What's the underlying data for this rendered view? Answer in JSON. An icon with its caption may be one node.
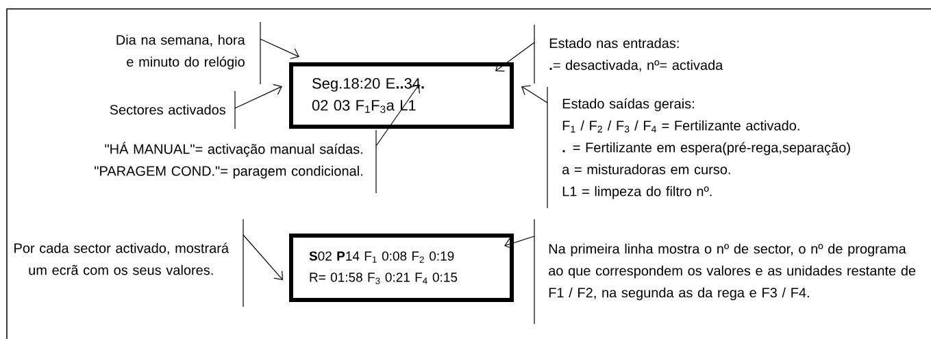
{
  "diagram": {
    "nodes": [
      {
        "text": [
          "Seg.18:20 E**..**34**.**",
          "02 03 F$_{1}$F$_{3}$a L1"
        ]
      },
      {
        "text": [
          "**S**02 **P**14 F$_{1}$ 0:08 F$_{2}$ 0:19",
          "R= 01:58 F$_{3}$ 0:21 F$_{4}$ 0:15"
        ]
      },
      {
        "text": [
          "Dia na semana, hora e minuto do relógio"
        ]
      },
      {
        "text": [
          "Sectores activados"
        ]
      },
      {
        "text": [
          "\"HÁ MANUAL\"= activação manual saídas.",
          "\"PARAGEM COND.\"= paragem condicional."
        ]
      },
      {
        "text": [
          "Estado nas entradas:",
          "**.**= desactivada, nº= activada"
        ]
      },
      {
        "text": [
          "Estado saídas gerais:",
          "F$_{1}$ / F$_{2}$ / F$_{3}$ / F$_{4}$ = Fertilizante activado.",
          "**.** = Fertilizante em espera(pré-rega,separação)",
          "a = misturadoras em curso.",
          "L1 = limpeza do filtro nº."
        ]
      },
      {
        "text": [
          "Por cada sector activado, mostrará um ecrã com os seus valores."
        ]
      },
      {
        "text": [
          "Na primeira linha mostra o nº de sector, o nº de programa ao que correspondem os valores e as unidades restante de F1 / F2, na segunda as da rega e F3 / F4."
        ]
      }
    ],
    "edges": [
      {
        "from": 2,
        "to": 0,
        "arrow": "to"
      },
      {
        "from": 3,
        "to": 0,
        "arrow": "to"
      },
      {
        "from": 4,
        "to": 0,
        "arrow": "to"
      },
      {
        "from": 5,
        "to": 0,
        "arrow": "to"
      },
      {
        "from": 6,
        "to": 0,
        "arrow": "to"
      },
      {
        "from": 7,
        "to": 1,
        "arrow": "to"
      },
      {
        "from": 8,
        "to": 1,
        "arrow": "to"
      }
    ]
  }
}
